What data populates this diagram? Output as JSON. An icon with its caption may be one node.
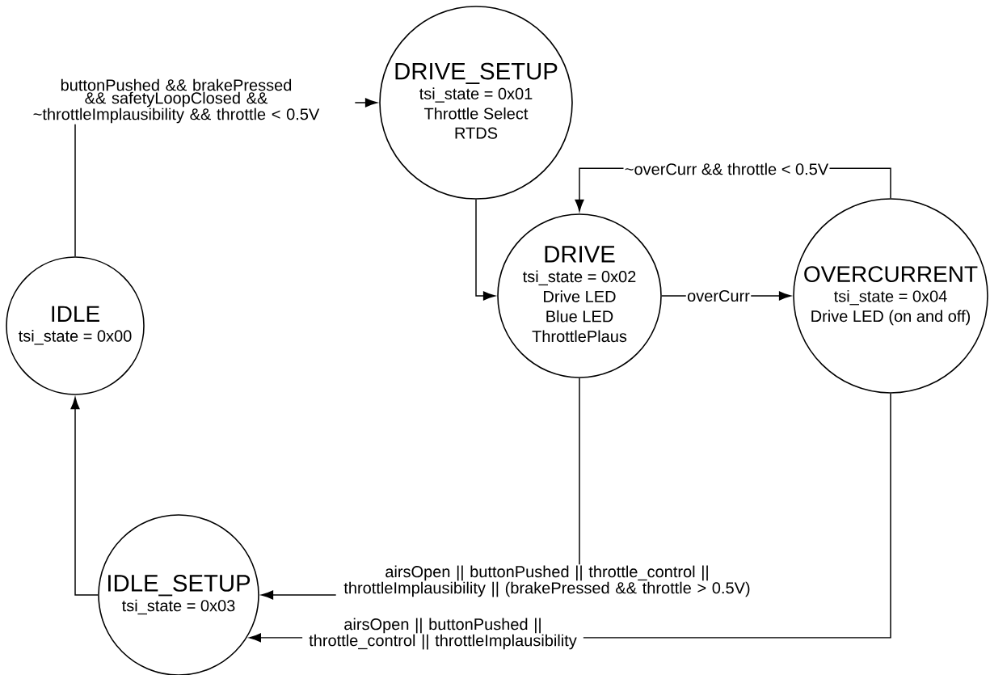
{
  "diagram": {
    "nodes": [
      {
        "text": [
          "IDLE",
          "tsi_state = 0x00"
        ]
      },
      {
        "text": [
          "DRIVE_SETUP",
          "tsi_state = 0x01",
          "Throttle Select",
          "RTDS"
        ]
      },
      {
        "text": [
          "DRIVE",
          "tsi_state = 0x02",
          "Drive LED",
          "Blue LED",
          "ThrottlePlaus"
        ]
      },
      {
        "text": [
          "OVERCURRENT",
          "tsi_state = 0x04",
          "Drive LED (on and off)"
        ]
      },
      {
        "text": [
          "IDLE_SETUP",
          "tsi_state = 0x03"
        ]
      }
    ],
    "edges": [
      {
        "from": 0,
        "to": 1,
        "arrow": "to",
        "label": "buttonPushed && brakePressed && safetyLoopClosed && ~throttleImplausibility && throttle < 0.5V"
      },
      {
        "from": 1,
        "to": 2,
        "arrow": "to"
      },
      {
        "from": 2,
        "to": 3,
        "arrow": "to",
        "label": "overCurr"
      },
      {
        "from": 3,
        "to": 2,
        "arrow": "to",
        "label": "~overCurr && throttle < 0.5V"
      },
      {
        "from": 2,
        "to": 4,
        "arrow": "to",
        "label": "airsOpen || buttonPushed || throttle_control || throttleImplausibility || (brakePressed && throttle > 0.5V)"
      },
      {
        "from": 3,
        "to": 4,
        "arrow": "to",
        "label": "airsOpen || buttonPushed || throttle_control || throttleImplausibility"
      },
      {
        "from": 4,
        "to": 0,
        "arrow": "to"
      }
    ]
  }
}
